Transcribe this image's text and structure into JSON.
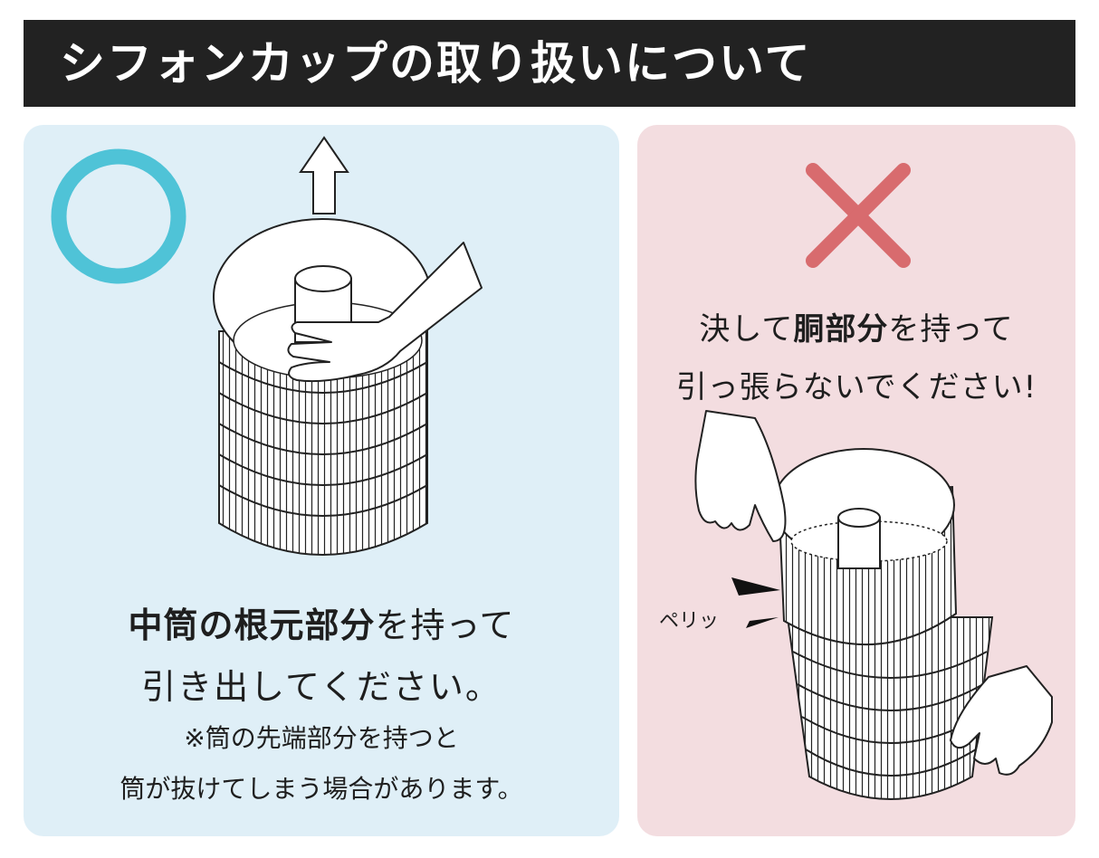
{
  "header": {
    "title": "シフォンカップの取り扱いについて"
  },
  "ok_panel": {
    "mark_color": "#4fc3d7",
    "bg_color": "#dfeff7",
    "line1_bold": "中筒の根元部分",
    "line1_rest": "を持って",
    "line2": "引き出してください。",
    "note1": "※筒の先端部分を持つと",
    "note2": "筒が抜けてしまう場合があります。",
    "icons": [
      "circle-ok-icon",
      "up-arrow-icon",
      "chiffon-cup-illustration",
      "hand-illustration"
    ]
  },
  "ng_panel": {
    "mark_color": "#d86b6e",
    "bg_color": "#f3dde0",
    "line1_pre": "決して",
    "line1_bold": "胴部分",
    "line1_post": "を持って",
    "line2": "引っ張らないでください!",
    "sound": "ペリッ",
    "icons": [
      "cross-ng-icon",
      "tear-mark-icon",
      "chiffon-cup-illustration",
      "hand-illustration"
    ]
  }
}
